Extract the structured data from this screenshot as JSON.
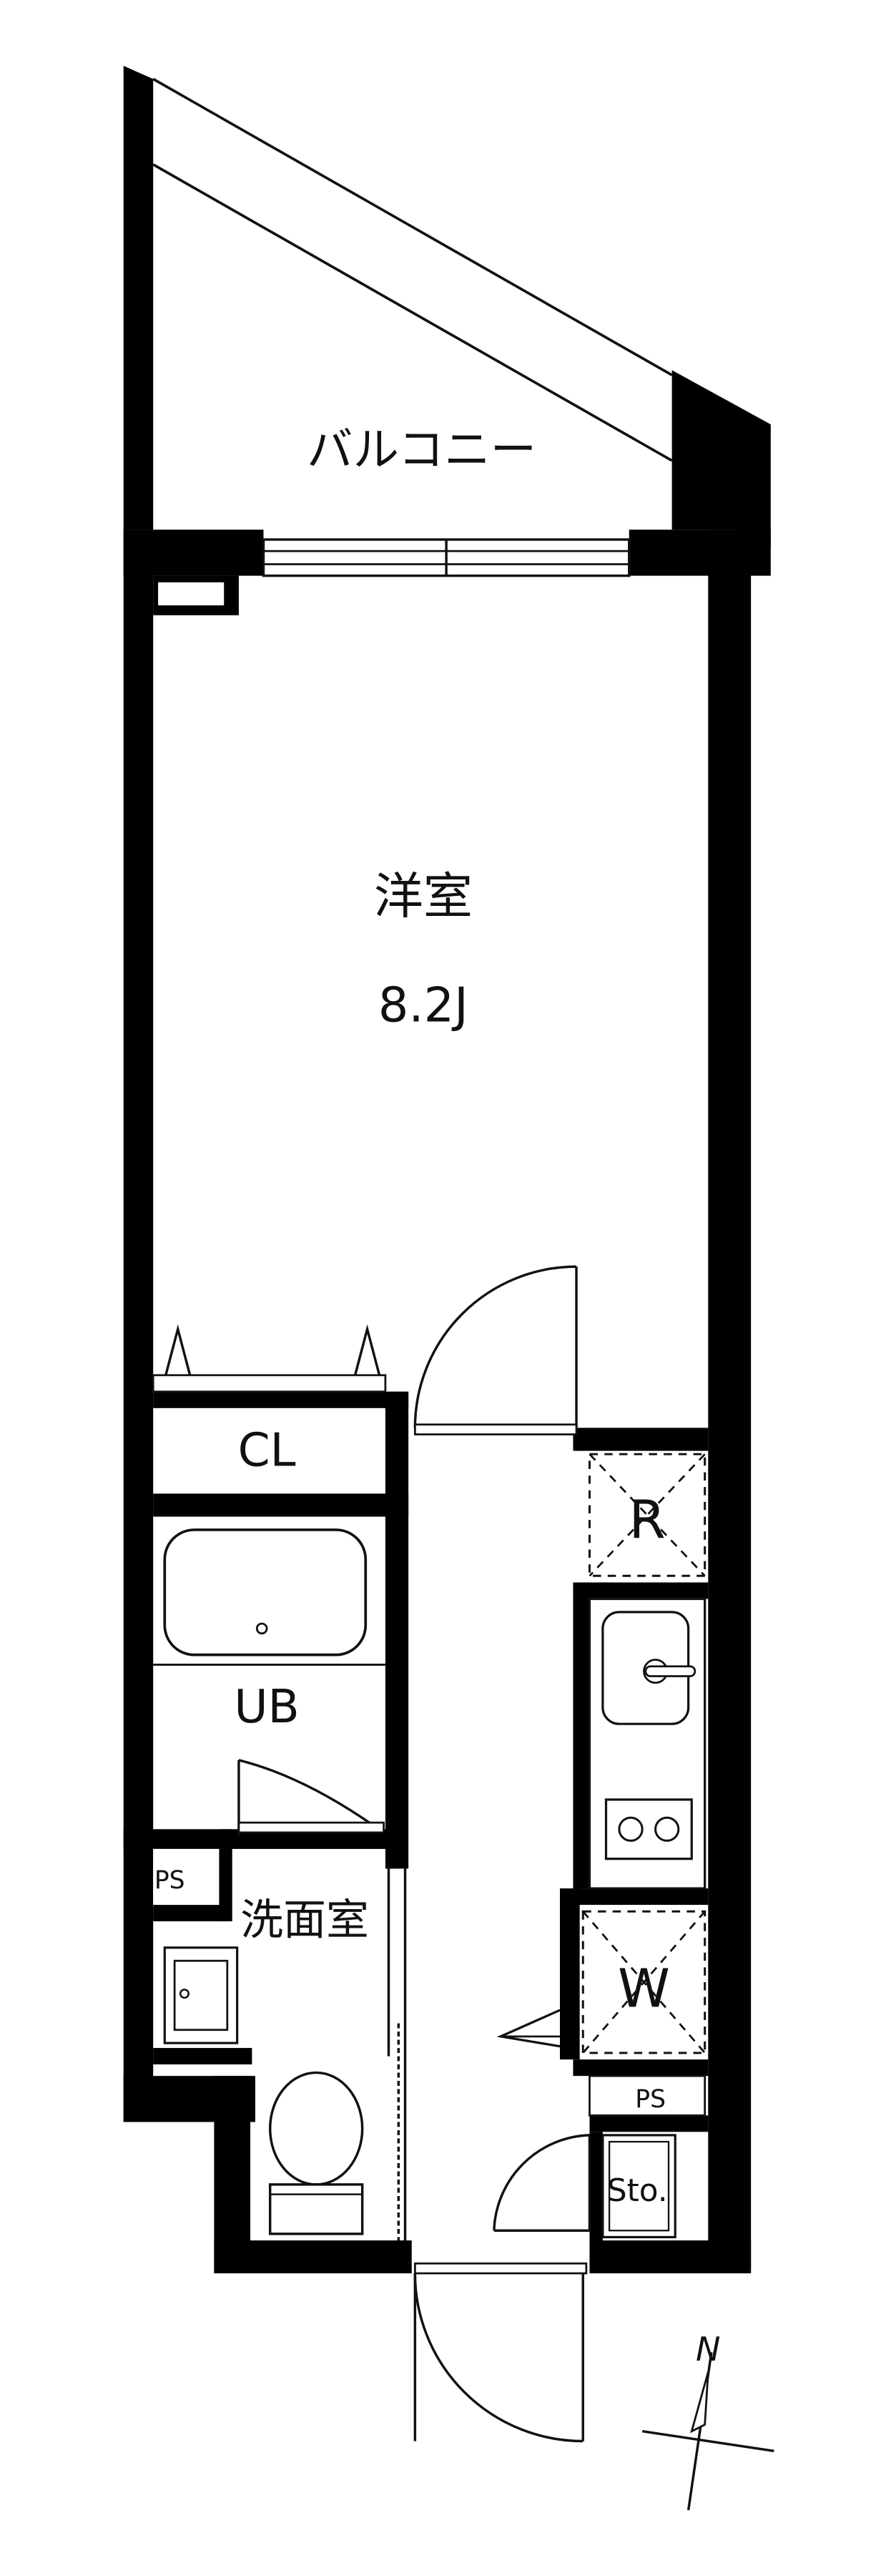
{
  "labels": {
    "balcony": "バルコニー",
    "western_room": "洋室",
    "western_room_size": "8.2J",
    "closet": "CL",
    "refrigerator": "R",
    "unit_bath": "UB",
    "pipe_space_left": "PS",
    "washroom": "洗面室",
    "washing_machine": "W",
    "pipe_space_right": "PS",
    "storage": "Sto.",
    "north": "N"
  },
  "colors": {
    "wall": "#000000",
    "line": "#111111",
    "background": "#ffffff"
  }
}
